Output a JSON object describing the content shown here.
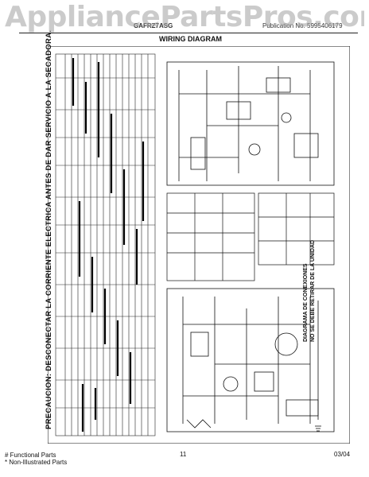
{
  "watermark": "AppliancePartsPros.com",
  "header": {
    "model": "GAFRZ7ASG",
    "pub_no": "Publication No. 5995406179",
    "title": "WIRING DIAGRAM"
  },
  "warnings": {
    "main": "PRECAUCION: DESCONECTAR LA CORRIENTE ELECTRICA ANTES DE DAR SERVICIO A LA SECADORA.",
    "connections_line1": "DIAGRAMA DE CONEXIONES",
    "connections_line2": "NO SE DEBE RETIRAR DE LA UNIDAD"
  },
  "footer": {
    "functional_parts": "# Functional Parts",
    "non_illustrated": "* Non-Illustrated Parts",
    "page": "11",
    "date": "03/04"
  }
}
